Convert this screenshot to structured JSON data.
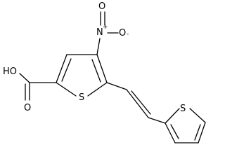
{
  "molecule": {
    "atoms": {
      "nitro_n": "N",
      "nitro_n_charge": "+",
      "nitro_o_top": "O",
      "nitro_o_right": "O",
      "nitro_o_charge": "-",
      "acid_oh": "HO",
      "acid_o": "O",
      "ring1_s": "S",
      "ring2_s": "S"
    }
  }
}
